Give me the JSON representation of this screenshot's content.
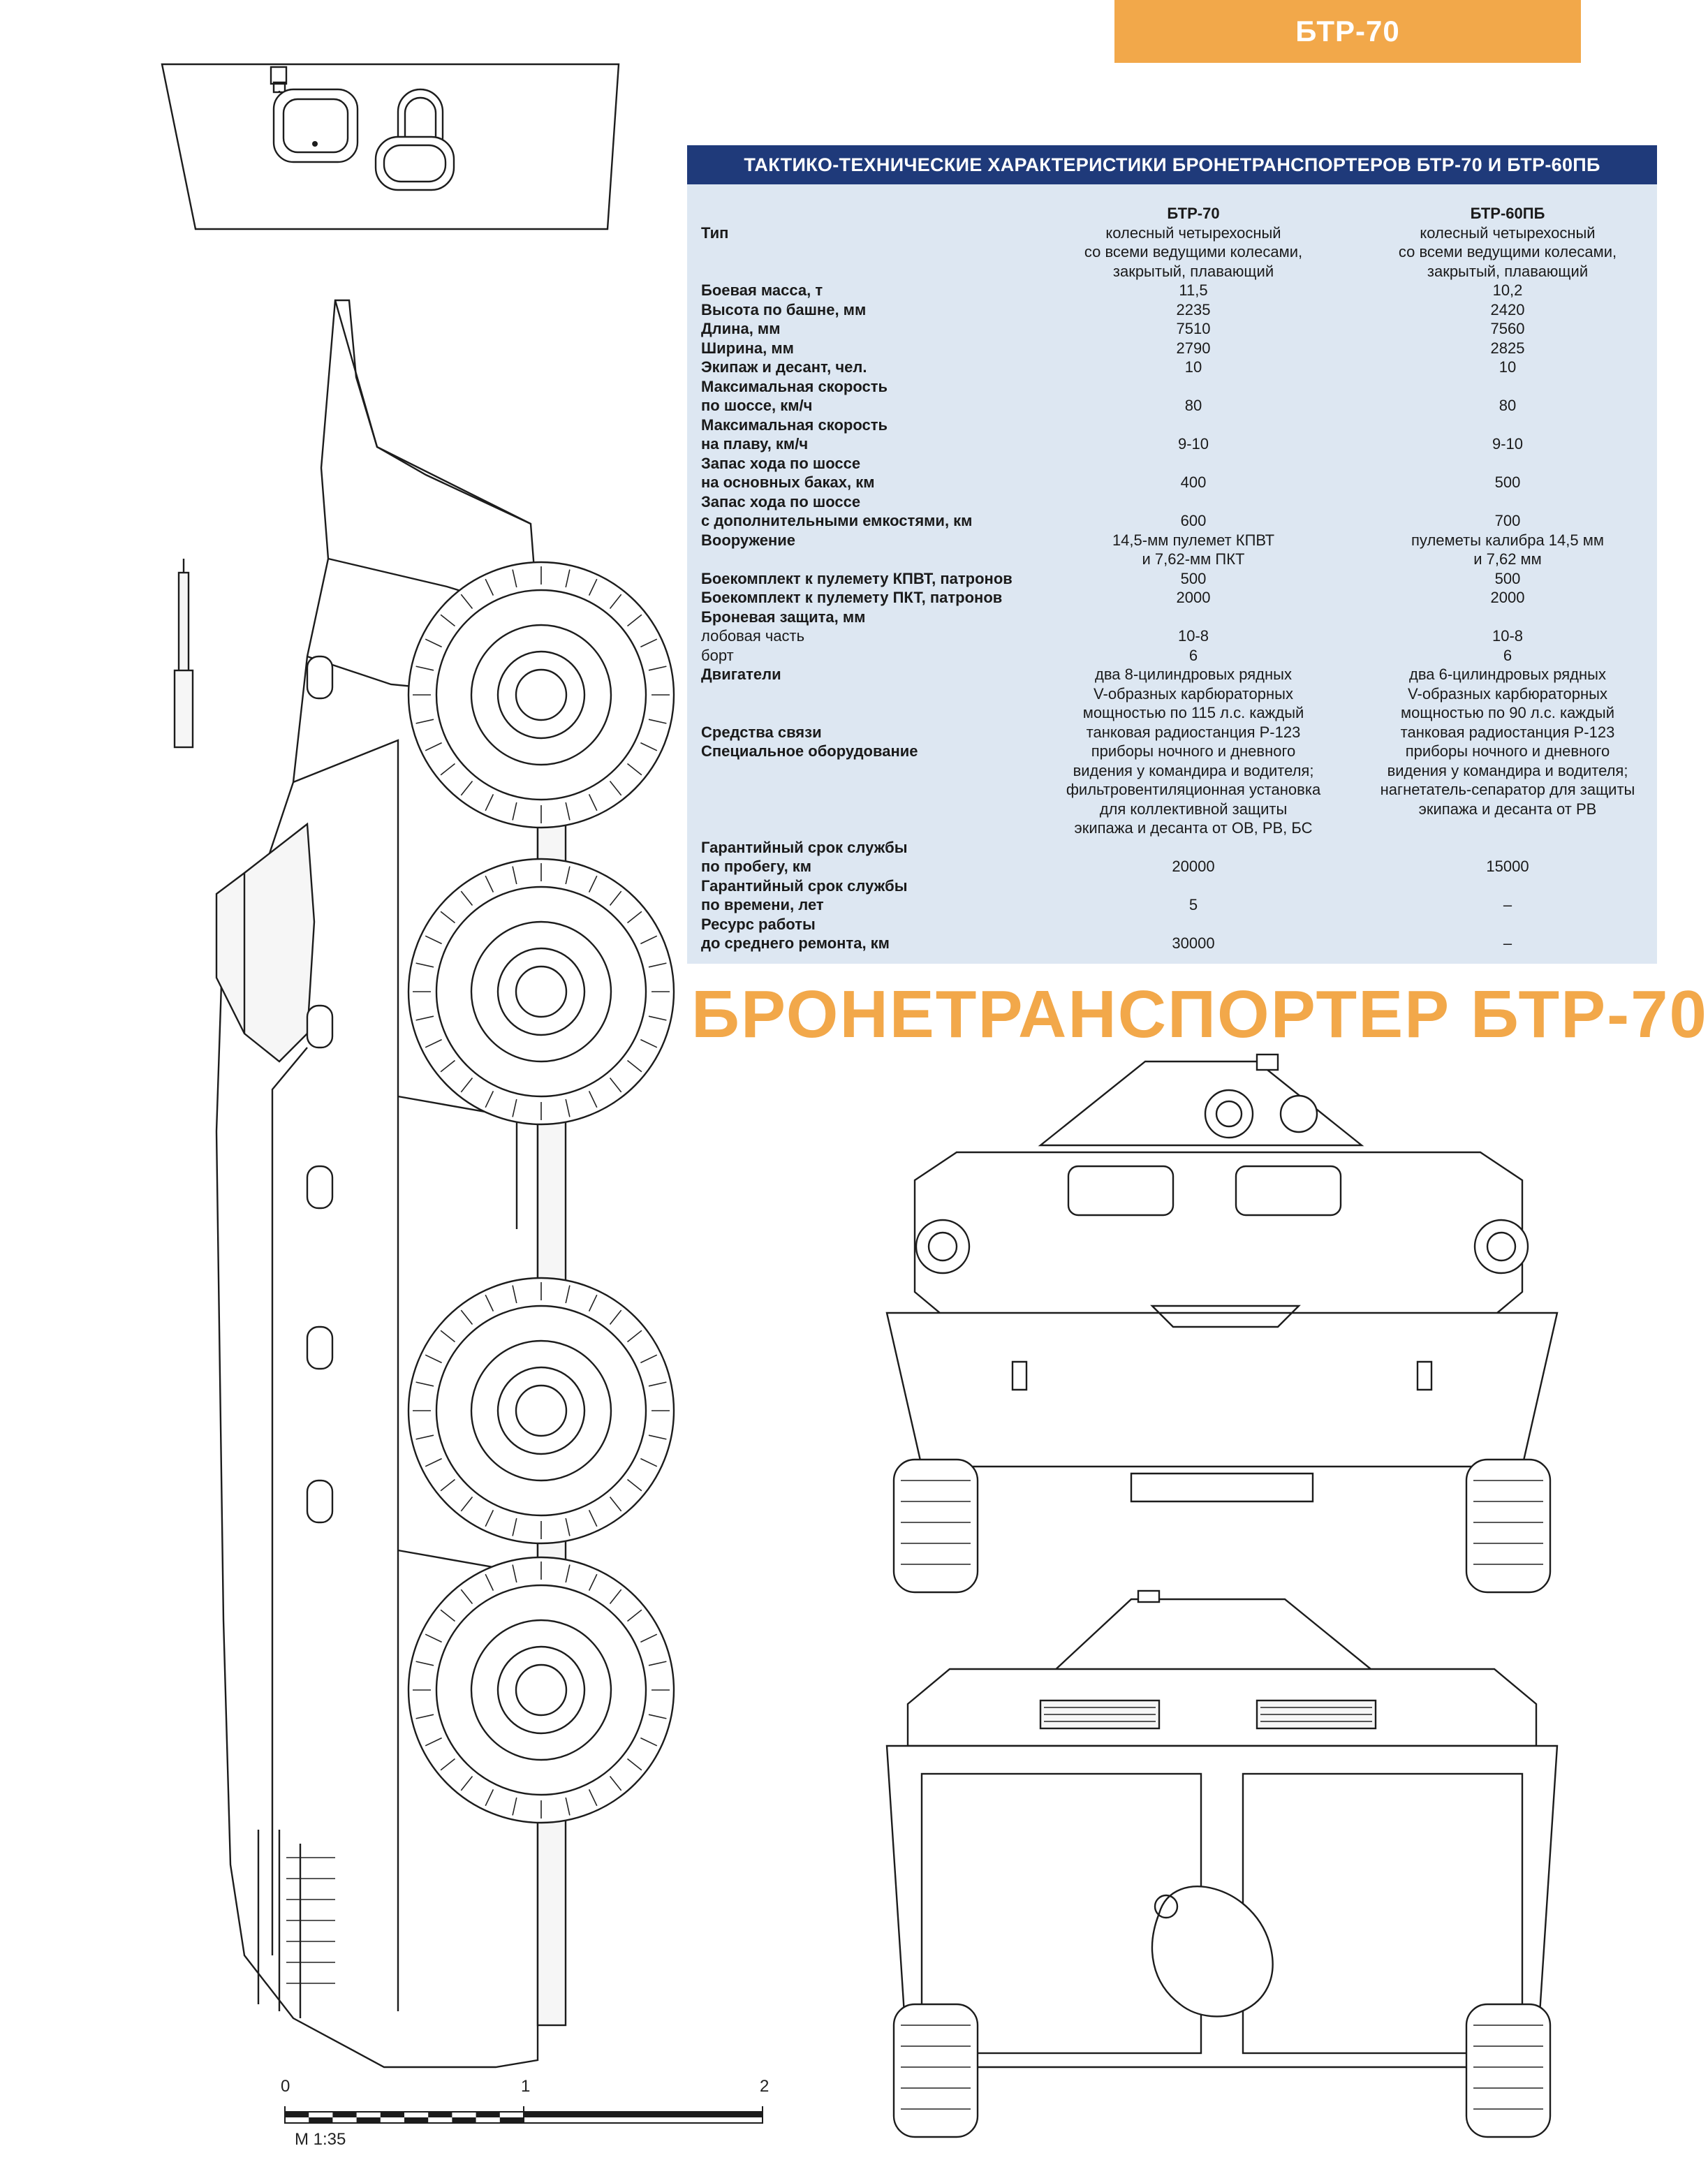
{
  "header": {
    "tab_label": "БТР-70"
  },
  "specs": {
    "title": "ТАКТИКО-ТЕХНИЧЕСКИЕ ХАРАКТЕРИСТИКИ БРОНЕТРАНСПОРТЕРОВ БТР-70 И БТР-60ПБ",
    "col1": "БТР-70",
    "col2": "БТР-60ПБ",
    "rows": [
      {
        "label": [
          "Тип"
        ],
        "bold": true,
        "v1": [
          "колесный четырехосный",
          "со всеми ведущими колесами,",
          "закрытый, плавающий"
        ],
        "v2": [
          "колесный четырехосный",
          "со всеми ведущими колесами,",
          "закрытый, плавающий"
        ]
      },
      {
        "label": [
          "Боевая масса, т"
        ],
        "bold": true,
        "v1": [
          "11,5"
        ],
        "v2": [
          "10,2"
        ]
      },
      {
        "label": [
          "Высота по башне, мм"
        ],
        "bold": true,
        "v1": [
          "2235"
        ],
        "v2": [
          "2420"
        ]
      },
      {
        "label": [
          "Длина, мм"
        ],
        "bold": true,
        "v1": [
          "7510"
        ],
        "v2": [
          "7560"
        ]
      },
      {
        "label": [
          "Ширина, мм"
        ],
        "bold": true,
        "v1": [
          "2790"
        ],
        "v2": [
          "2825"
        ]
      },
      {
        "label": [
          "Экипаж и десант, чел."
        ],
        "bold": true,
        "v1": [
          "10"
        ],
        "v2": [
          "10"
        ]
      },
      {
        "label": [
          "Максимальная скорость",
          "по шоссе, км/ч"
        ],
        "bold": true,
        "v1": [
          "",
          "80"
        ],
        "v2": [
          "",
          "80"
        ]
      },
      {
        "label": [
          "Максимальная скорость",
          "на плаву, км/ч"
        ],
        "bold": true,
        "v1": [
          "",
          "9-10"
        ],
        "v2": [
          "",
          "9-10"
        ]
      },
      {
        "label": [
          "Запас хода по шоссе",
          "на основных баках, км"
        ],
        "bold": true,
        "v1": [
          "",
          "400"
        ],
        "v2": [
          "",
          "500"
        ]
      },
      {
        "label": [
          "Запас хода по шоссе",
          "с дополнительными емкостями, км"
        ],
        "bold": true,
        "v1": [
          "",
          "600"
        ],
        "v2": [
          "",
          "700"
        ]
      },
      {
        "label": [
          "Вооружение"
        ],
        "bold": true,
        "v1": [
          "14,5-мм пулемет КПВТ",
          "и 7,62-мм ПКТ"
        ],
        "v2": [
          "пулеметы калибра 14,5 мм",
          "и 7,62 мм"
        ]
      },
      {
        "label": [
          "Боекомплект к пулемету КПВТ, патронов"
        ],
        "bold": true,
        "v1": [
          "500"
        ],
        "v2": [
          "500"
        ]
      },
      {
        "label": [
          "Боекомплект к пулемету ПКТ, патронов"
        ],
        "bold": true,
        "v1": [
          "2000"
        ],
        "v2": [
          "2000"
        ]
      },
      {
        "label": [
          "Броневая защита, мм"
        ],
        "bold": true,
        "v1": [
          ""
        ],
        "v2": [
          ""
        ]
      },
      {
        "label": [
          "лобовая часть"
        ],
        "bold": false,
        "v1": [
          "10-8"
        ],
        "v2": [
          "10-8"
        ]
      },
      {
        "label": [
          "борт"
        ],
        "bold": false,
        "v1": [
          "6"
        ],
        "v2": [
          "6"
        ]
      },
      {
        "label": [
          "Двигатели",
          "",
          "",
          "Средства связи",
          "Специальное оборудование"
        ],
        "bold": true,
        "v1": [
          "два 8-цилиндровых рядных",
          "V-образных карбюраторных",
          "мощностью по 115 л.с. каждый",
          "танковая радиостанция Р-123",
          "приборы ночного и дневного",
          "видения у командира и водителя;",
          "фильтровентиляционная установка",
          "для коллективной защиты",
          "экипажа и десанта от ОВ, РВ, БС"
        ],
        "v2": [
          "два 6-цилиндровых рядных",
          "V-образных карбюраторных",
          "мощностью по 90 л.с. каждый",
          "танковая радиостанция Р-123",
          "приборы ночного и дневного",
          "видения у командира и водителя;",
          "нагнетатель-сепаратор для защиты",
          "экипажа и десанта от РВ",
          ""
        ]
      },
      {
        "label": [
          "Гарантийный срок службы",
          "по пробегу, км"
        ],
        "bold": true,
        "v1": [
          "",
          "20000"
        ],
        "v2": [
          "",
          "15000"
        ]
      },
      {
        "label": [
          "Гарантийный срок службы",
          "по времени, лет"
        ],
        "bold": true,
        "v1": [
          "",
          "5"
        ],
        "v2": [
          "",
          "–"
        ]
      },
      {
        "label": [
          "Ресурс работы",
          "до среднего ремонта, км"
        ],
        "bold": true,
        "v1": [
          "",
          "30000"
        ],
        "v2": [
          "",
          "–"
        ]
      }
    ]
  },
  "big_title": "БРОНЕТРАНСПОРТЕР БТР-70",
  "scale": {
    "tick0": "0",
    "tick1": "1",
    "tick2": "2",
    "label": "М 1:35"
  },
  "colors": {
    "accent_orange": "#f2a84a",
    "title_bar_blue": "#1f3a7a",
    "panel_blue": "#dde7f2"
  }
}
